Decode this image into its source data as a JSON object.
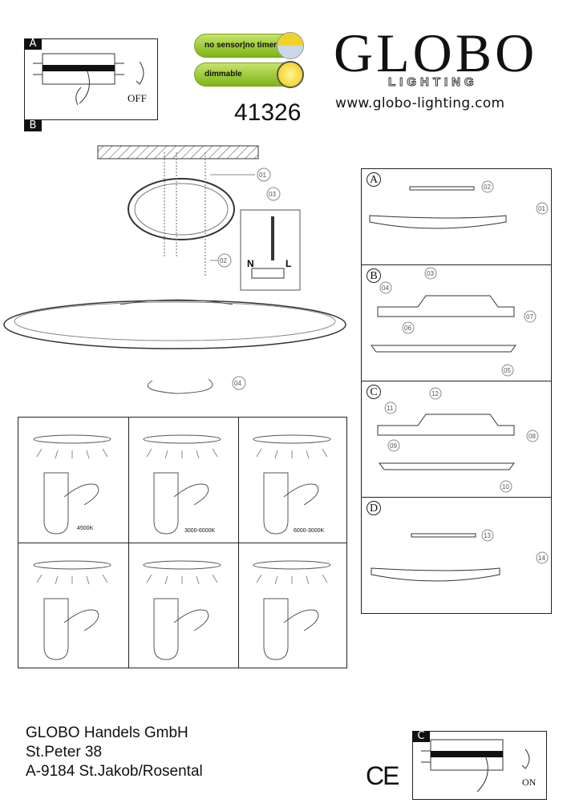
{
  "switch_off": {
    "label_a": "A",
    "label_b": "B",
    "state": "OFF"
  },
  "badges": [
    {
      "text": "no sensor|no timer",
      "icon": "no-sensor-no-timer-icon"
    },
    {
      "text": "dimmable",
      "icon": "dimmer-icon"
    }
  ],
  "article_number": "41326",
  "brand": {
    "name": "GLOBO",
    "sub": "LIGHTING",
    "url": "www.globo-lighting.com"
  },
  "main_callouts": [
    "01",
    "02",
    "03",
    "04"
  ],
  "wiring": {
    "n": "N",
    "l": "L"
  },
  "steps": [
    {
      "label": "A",
      "callouts": [
        "02",
        "01"
      ]
    },
    {
      "label": "B",
      "callouts": [
        "03",
        "04",
        "06",
        "07",
        "05"
      ]
    },
    {
      "label": "C",
      "callouts": [
        "12",
        "11",
        "08",
        "09",
        "10"
      ]
    },
    {
      "label": "D",
      "callouts": [
        "13",
        "14"
      ]
    }
  ],
  "color_modes": [
    "4500K",
    "3000-6000K",
    "6000-3000K"
  ],
  "company": {
    "line1": "GLOBO Handels GmbH",
    "line2": "St.Peter 38",
    "line3": "A-9184 St.Jakob/Rosental"
  },
  "ce_mark": "CE",
  "switch_on": {
    "label": "C",
    "state": "ON"
  }
}
